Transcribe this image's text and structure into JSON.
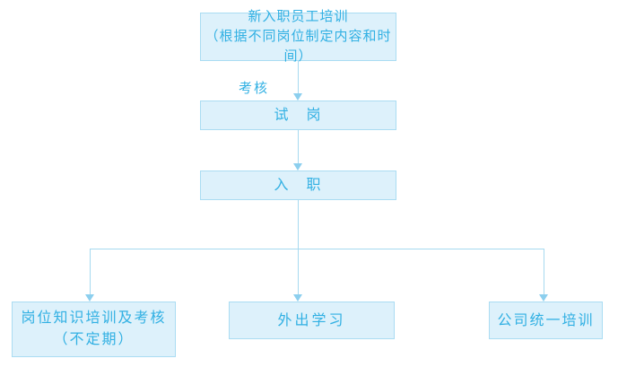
{
  "colors": {
    "box_fill": "#ddf1fb",
    "box_border": "#aadcf2",
    "text": "#31b0e3",
    "line": "#a6d9f0",
    "arrow": "#8ccfee"
  },
  "nodes": {
    "training": {
      "line1": "新入职员工培训",
      "line2": "（根据不同岗位制定内容和时间）"
    },
    "trial": {
      "label": "试　岗"
    },
    "onboarding": {
      "label": "入　职"
    },
    "knowledge": {
      "line1": "岗位知识培训及考核",
      "line2": "（不定期）"
    },
    "outside": {
      "label": "外出学习"
    },
    "company": {
      "label": "公司统一培训"
    }
  },
  "edges": {
    "assessment_label": "考核"
  }
}
